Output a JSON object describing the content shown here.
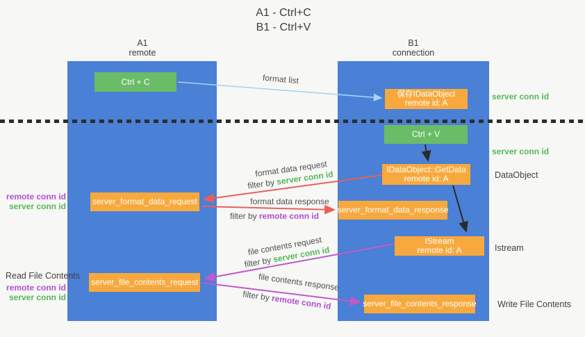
{
  "title": {
    "line1": "A1 - Ctrl+C",
    "line2": "B1 - Ctrl+V"
  },
  "columns": {
    "left": {
      "name": "A1",
      "role": "remote"
    },
    "right": {
      "name": "B1",
      "role": "connection"
    }
  },
  "boxes": {
    "ctrl_c": "Ctrl + C",
    "ctrl_v": "Ctrl + V",
    "save_dataobject": {
      "line1": "保存IDataObject",
      "line2": "remote id: A"
    },
    "getdata": {
      "line1": "IDataObject::GetData",
      "line2": "remote id: A"
    },
    "istream": {
      "line1": "IStream",
      "line2": "remote id: A"
    },
    "format_request": "server_format_data_request",
    "format_response": "server_format_data_response",
    "file_request": "server_file_contents_request",
    "file_response": "server_file_contents_response"
  },
  "arrow_labels": {
    "format_list": "format list",
    "format_data_request": "format data request",
    "format_data_response": "format data response",
    "file_contents_request": "file contents request",
    "file_contents_response": "file contents response",
    "filter_by": "filter by",
    "server_conn_id": "server conn id",
    "remote_conn_id": "remote conn id"
  },
  "side_labels": {
    "server_conn_id": "server conn id",
    "remote_conn_id": "remote conn id",
    "dataobject": "DataObject",
    "istream": "Istream",
    "write_file_contents": "Write File Contents",
    "read_file_contents": "Read File Contents"
  },
  "colors": {
    "column_blue": "#4a80d5",
    "box_green": "#6abd66",
    "box_orange": "#f8a93d",
    "arrow_light_blue": "#a9d3ef",
    "arrow_red": "#e8605a",
    "arrow_purple": "#bf5bc8",
    "arrow_black": "#2b2b2b",
    "text_green": "#55b757",
    "text_purple": "#b24fd0",
    "background": "#f7f7f6"
  }
}
